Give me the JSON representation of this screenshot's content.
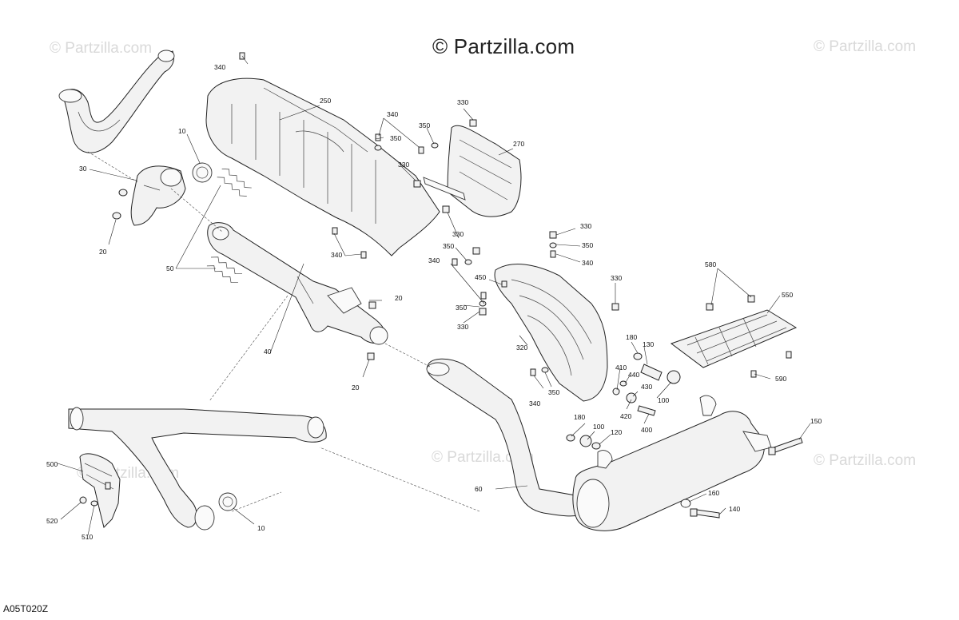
{
  "header": {
    "copyright": "© Partzilla.com"
  },
  "watermark": {
    "text": "© Partzilla.com"
  },
  "footer": {
    "diagram_code": "A05T020Z"
  },
  "callouts": {
    "c10_top": "10",
    "c10_bottom": "10",
    "c20_left": "20",
    "c20_mid_a": "20",
    "c20_mid_b": "20",
    "c30": "30",
    "c40": "40",
    "c50": "50",
    "c60": "60",
    "c100_a": "100",
    "c100_b": "100",
    "c120": "120",
    "c130": "130",
    "c140": "140",
    "c150": "150",
    "c160": "160",
    "c180_a": "180",
    "c180_b": "180",
    "c250": "250",
    "c270": "270",
    "c320": "320",
    "c330_a": "330",
    "c330_b": "330",
    "c330_c": "330",
    "c330_d": "330",
    "c330_e": "330",
    "c330_f": "330",
    "c340_a": "340",
    "c340_b": "340",
    "c340_c": "340",
    "c340_d": "340",
    "c340_e": "340",
    "c350_a": "350",
    "c350_b": "350",
    "c350_c": "350",
    "c350_d": "350",
    "c350_e": "350",
    "c400": "400",
    "c410": "410",
    "c420": "420",
    "c430": "430",
    "c440": "440",
    "c450": "450",
    "c500": "500",
    "c510": "510",
    "c520": "520",
    "c550": "550",
    "c580": "580",
    "c590": "590"
  }
}
